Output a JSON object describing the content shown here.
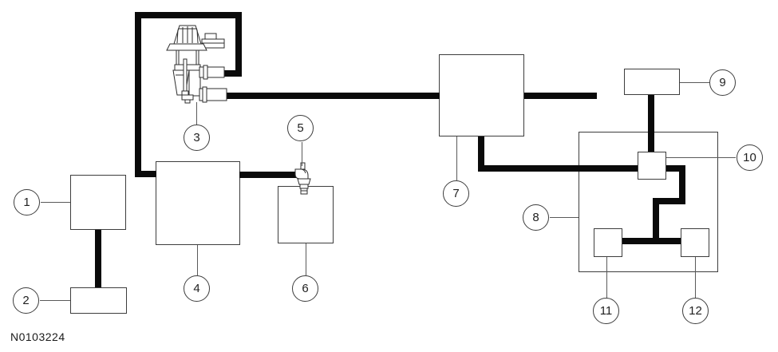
{
  "figure_code": "N0103224",
  "diagram_type": "vacuum-hose-routing-schematic",
  "colors": {
    "hose_line": "#0a0a0a",
    "box_outline": "#3d3d3d",
    "leader_line": "#5a5a5a",
    "background": "#ffffff",
    "text": "#1f1f1f"
  },
  "icons": {
    "valve": "valve-icon",
    "fitting": "elbow-fitting-icon"
  },
  "callouts": [
    {
      "id": 1,
      "label": "1"
    },
    {
      "id": 2,
      "label": "2"
    },
    {
      "id": 3,
      "label": "3"
    },
    {
      "id": 4,
      "label": "4"
    },
    {
      "id": 5,
      "label": "5"
    },
    {
      "id": 6,
      "label": "6"
    },
    {
      "id": 7,
      "label": "7"
    },
    {
      "id": 8,
      "label": "8"
    },
    {
      "id": 9,
      "label": "9"
    },
    {
      "id": 10,
      "label": "10"
    },
    {
      "id": 11,
      "label": "11"
    },
    {
      "id": 12,
      "label": "12"
    }
  ]
}
